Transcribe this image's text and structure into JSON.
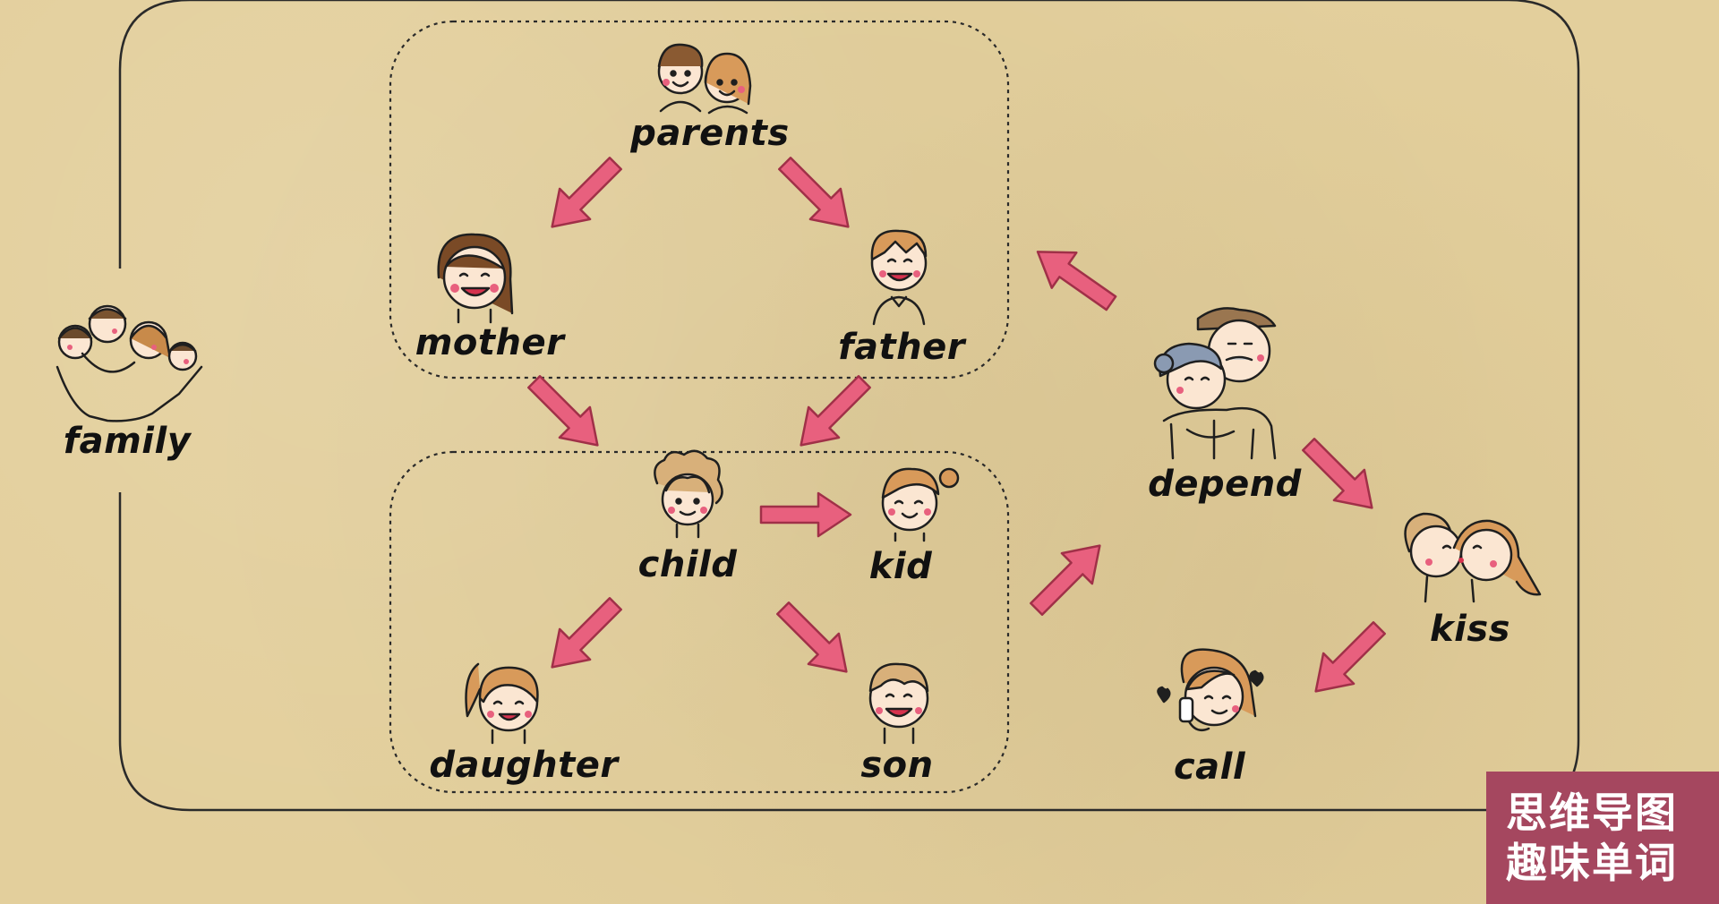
{
  "words": {
    "family": "family",
    "parents": "parents",
    "mother": "mother",
    "father": "father",
    "child": "child",
    "kid": "kid",
    "daughter": "daughter",
    "son": "son",
    "depend": "depend",
    "kiss": "kiss",
    "call": "call"
  },
  "badge": {
    "line1": "思维导图",
    "line2": "趣味单词"
  },
  "colors": {
    "background": "#e3cf9c",
    "arrow": "#e8607e",
    "line": "#2a2a2a",
    "badge": "#a5475f"
  },
  "icons": [
    "family-group-icon",
    "parents-couple-icon",
    "mother-face-icon",
    "father-face-icon",
    "child-face-icon",
    "kid-face-icon",
    "daughter-face-icon",
    "son-face-icon",
    "elderly-couple-hug-icon",
    "couple-kiss-icon",
    "girl-phone-call-icon"
  ]
}
